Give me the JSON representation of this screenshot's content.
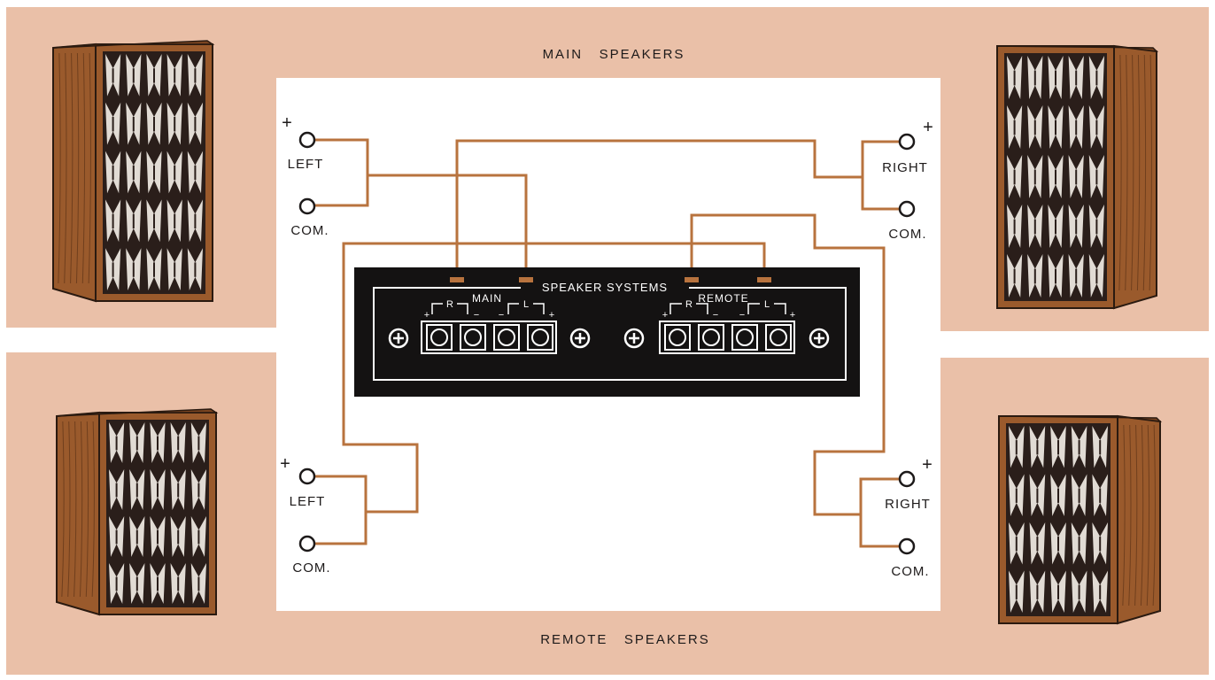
{
  "titles": {
    "main": "MAIN   SPEAKERS",
    "remote": "REMOTE   SPEAKERS"
  },
  "terminals": {
    "main_left": {
      "label": "LEFT",
      "common": "COM.",
      "plus": "+"
    },
    "main_right": {
      "label": "RIGHT",
      "common": "COM.",
      "plus": "+"
    },
    "remote_left": {
      "label": "LEFT",
      "common": "COM.",
      "plus": "+"
    },
    "remote_right": {
      "label": "RIGHT",
      "common": "COM.",
      "plus": "+"
    }
  },
  "panel": {
    "title": "SPEAKER SYSTEMS",
    "main_group": "MAIN",
    "remote_group": "REMOTE",
    "channel_r": "R",
    "channel_l": "L",
    "plus": "+",
    "minus": "−"
  },
  "colors": {
    "background": "#eac0a8",
    "diagram_area": "#ffffff",
    "wire": "#b8733e",
    "panel": "#141212",
    "cabinet": "#9a5a2c",
    "grille_dark": "#2a1e1a",
    "grille_light": "#f1ece4"
  }
}
